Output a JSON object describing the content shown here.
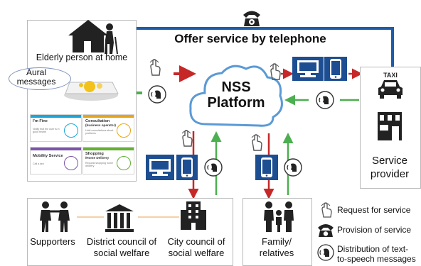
{
  "title": "Offer service by telephone",
  "elderly": {
    "label": "Elderly person at home",
    "aural_label": "Aural messages"
  },
  "cards": [
    {
      "title": "I'm Fine",
      "sub": "Notify that the user is in good health",
      "color": "#1aa6d8"
    },
    {
      "title": "Consultation",
      "title2": "(business operator)",
      "sub": "Hold consultations about problems",
      "color": "#e6a519"
    },
    {
      "title": "Mobility Service",
      "sub": "Call a taxi",
      "color": "#7b54a6"
    },
    {
      "title": "Shopping",
      "title2": "/Home Delivery",
      "sub": "Request shopping home delivery",
      "color": "#64b035"
    }
  ],
  "platform": {
    "line1": "NSS",
    "line2": "Platform"
  },
  "provider": {
    "taxi": "TAXI",
    "label1": "Service",
    "label2": "provider"
  },
  "bottom": {
    "supporters": "Supporters",
    "district": "District council of social welfare",
    "district1": "District council of",
    "district2": "social welfare",
    "city1": "City council of",
    "city2": "social welfare",
    "family1": "Family/",
    "family2": "relatives"
  },
  "legend": {
    "request": "Request for service",
    "provision": "Provision of service",
    "distribution1": "Distribution of text-",
    "distribution2": "to-speech messages"
  },
  "colors": {
    "blue_arrow": "#1f5ca8",
    "red_arrow": "#c62828",
    "green_arrow": "#4caf50",
    "device": "#1d4e91"
  }
}
